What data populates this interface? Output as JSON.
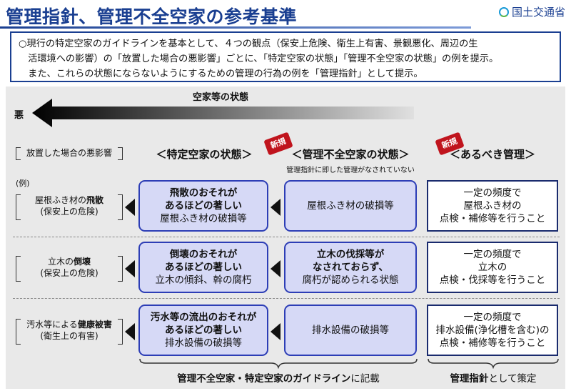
{
  "title": "管理指針、管理不全空家の参考基準",
  "ministry": "国土交通省",
  "intro": [
    "○現行の特定空家のガイドラインを基本として、４つの観点（保安上危険、衛生上有害、景観悪化、周辺の生",
    "　活環境への影響）の「放置した場合の悪影響」ごとに、「特定空家の状態」「管理不全空家の状態」の例を提示。",
    "　また、これらの状態にならないようにするための管理の行為の例を「管理指針」として提示。"
  ],
  "arrow": {
    "title": "空家等の状態",
    "bad_label": "悪"
  },
  "headers": {
    "effect": "放置した場合の悪影響",
    "tokutei": "＜特定空家の状態＞",
    "kanri_fuzen": "＜管理不全空家の状態＞",
    "kanri_fuzen_sub": "管理指針に即した管理がなされていない",
    "arubeki": "＜あるべき管理＞",
    "new_badge": "新規"
  },
  "example_label": "(例)",
  "rows": [
    {
      "effect_pre": "屋根ふき材の",
      "effect_bold": "飛散",
      "effect_note": "(保安上の危険)",
      "tokutei": [
        "飛散のおそれが",
        "あるほどの著しい",
        "屋根ふき材の破損等"
      ],
      "kanri_fuzen": [
        "屋根ふき材の破損等"
      ],
      "arubeki": [
        "一定の頻度で",
        "屋根ふき材の",
        "点検・補修等を行うこと"
      ]
    },
    {
      "effect_pre": "立木の",
      "effect_bold": "倒壊",
      "effect_note": "(保安上の危険)",
      "tokutei": [
        "倒壊のおそれが",
        "あるほどの著しい",
        "立木の傾斜、幹の腐朽"
      ],
      "kanri_fuzen": [
        "立木の伐採等が",
        "なされておらず、",
        "腐朽が認められる状態"
      ],
      "arubeki": [
        "一定の頻度で",
        "立木の",
        "点検・伐採等を行うこと"
      ]
    },
    {
      "effect_pre": "汚水等による",
      "effect_bold": "健康被害",
      "effect_note": "(衛生上の有害)",
      "tokutei": [
        "汚水等の流出のおそれが",
        "あるほどの著しい",
        "排水設備の破損等"
      ],
      "kanri_fuzen": [
        "排水設備の破損等"
      ],
      "arubeki": [
        "一定の頻度で",
        "排水設備(浄化槽を含む)の",
        "点検・補修等を行うこと"
      ]
    }
  ],
  "footer": {
    "left_bold": "管理不全空家・特定空家のガイドライン",
    "left_rest": "に記載",
    "right_bold": "管理指針",
    "right_rest": "として策定"
  }
}
